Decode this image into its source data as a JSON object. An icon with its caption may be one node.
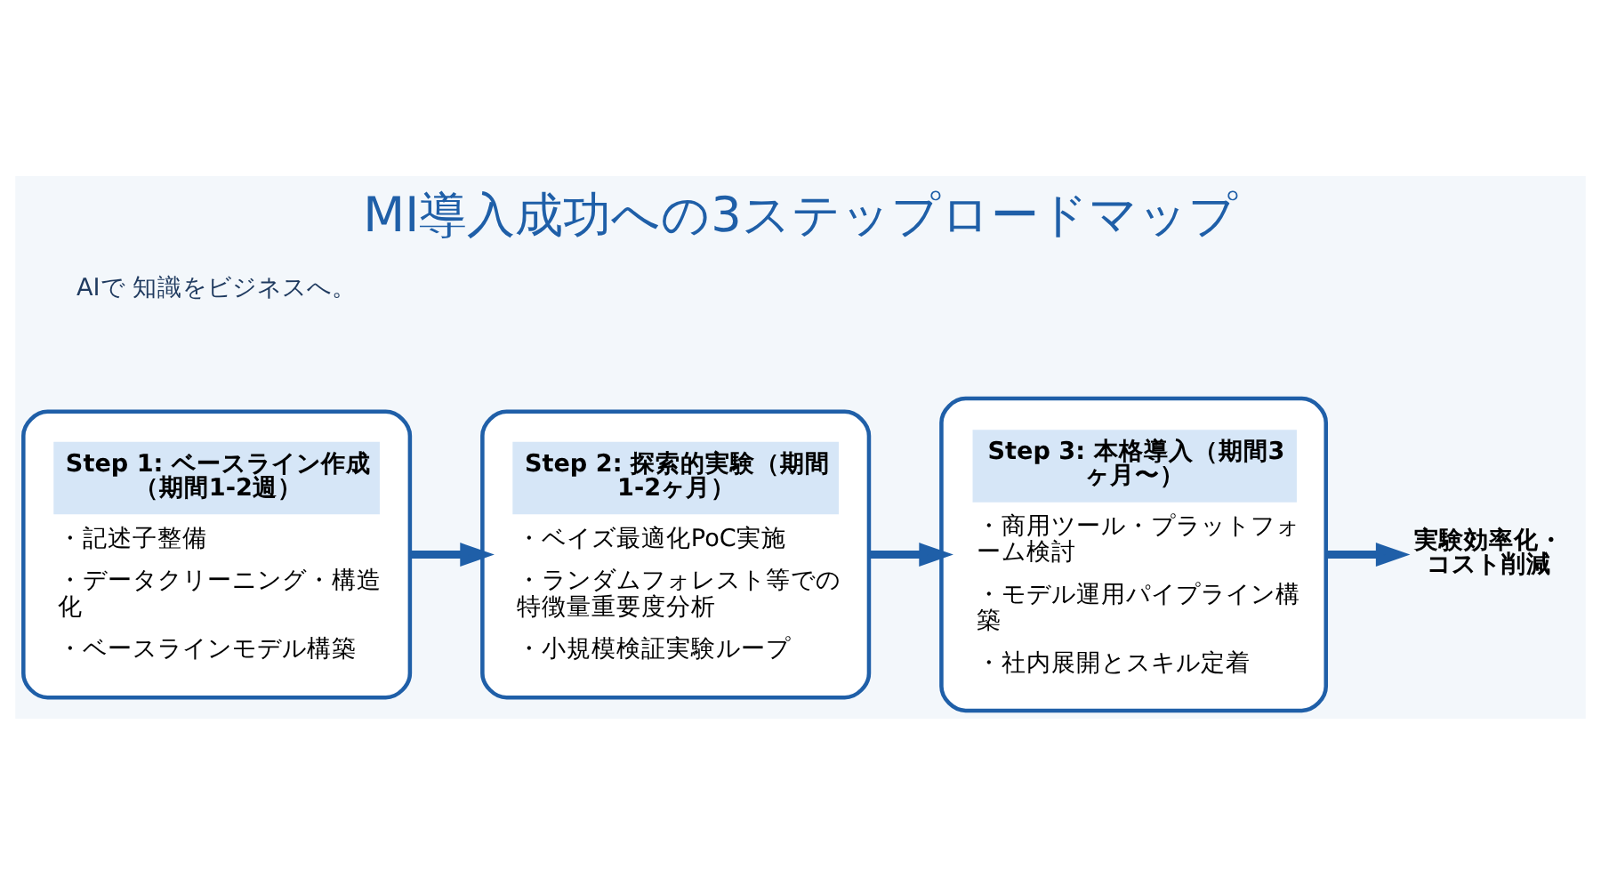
{
  "diagram": {
    "title": "MI導入成功への3ステップロードマップ",
    "nodes": [
      {
        "text": [
          "Step 1: ベースライン作成（期間1-2週）",
          "・記述子整備",
          "・データクリーニング・構造化",
          "・ベースラインモデル構築"
        ]
      },
      {
        "text": [
          "Step 2: 探索的実験（期間1-2ヶ月）",
          "・ベイズ最適化PoC実施",
          "・ランダムフォレスト等での特徴量重要度分析",
          "・小規模検証実験ループ"
        ]
      },
      {
        "text": [
          "Step 3: 本格導入（期間3ヶ月〜）",
          "・商用ツール・プラットフォーム検討",
          "・モデル運用パイプライン構築",
          "・社内展開とスキル定着"
        ]
      },
      {
        "text": [
          "実験効率化・コスト削減"
        ]
      }
    ],
    "edges": [
      {
        "from": 0,
        "to": 1,
        "arrow": "to"
      },
      {
        "from": 1,
        "to": 2,
        "arrow": "to"
      },
      {
        "from": 2,
        "to": 3,
        "arrow": "to"
      }
    ],
    "labels": [
      "AIで 知識をビジネスへ。"
    ]
  }
}
